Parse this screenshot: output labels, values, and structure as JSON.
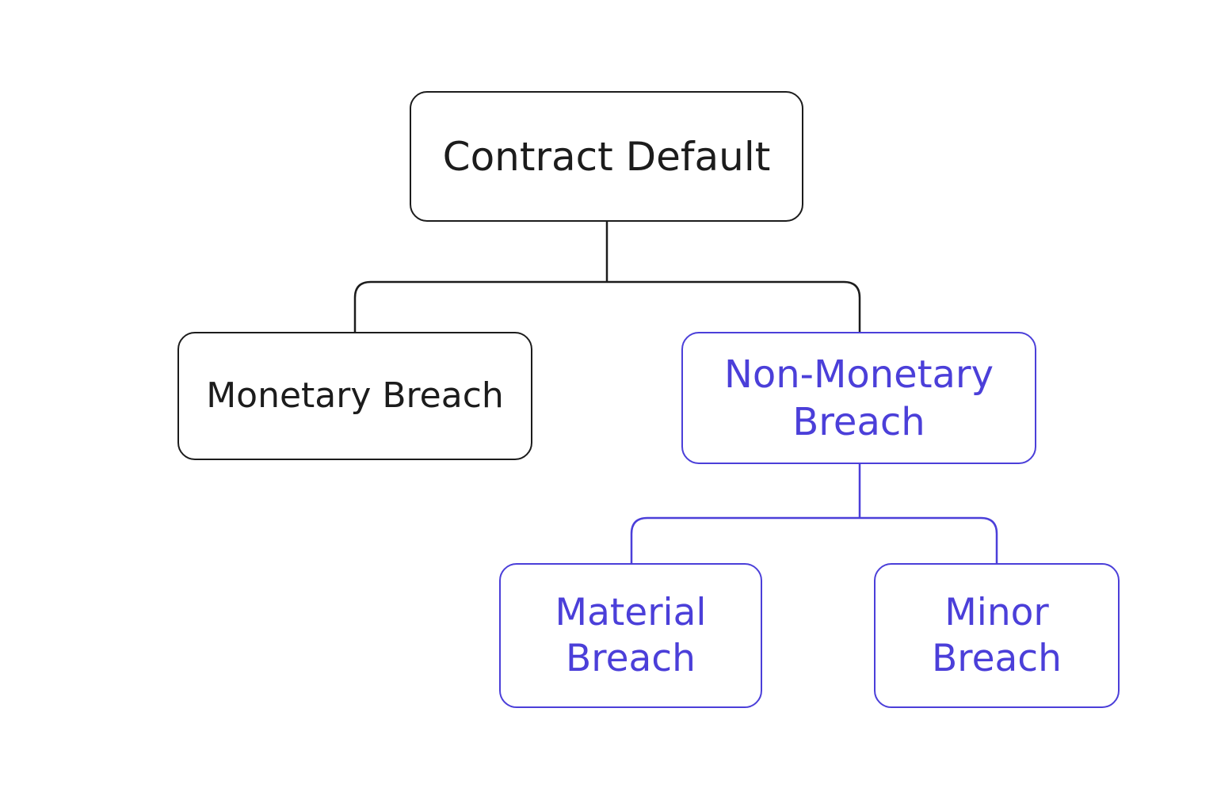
{
  "diagram": {
    "root": {
      "lines": [
        "Contract Default"
      ]
    },
    "monetary": {
      "lines": [
        "Monetary Breach"
      ]
    },
    "non_monetary": {
      "lines": [
        "Non-Monetary",
        "Breach"
      ]
    },
    "material": {
      "lines": [
        "Material",
        "Breach"
      ]
    },
    "minor": {
      "lines": [
        "Minor",
        "Breach"
      ]
    }
  },
  "colors": {
    "dark": "#1c1c1c",
    "accent": "#4b3fd9",
    "background": "#ffffff"
  }
}
